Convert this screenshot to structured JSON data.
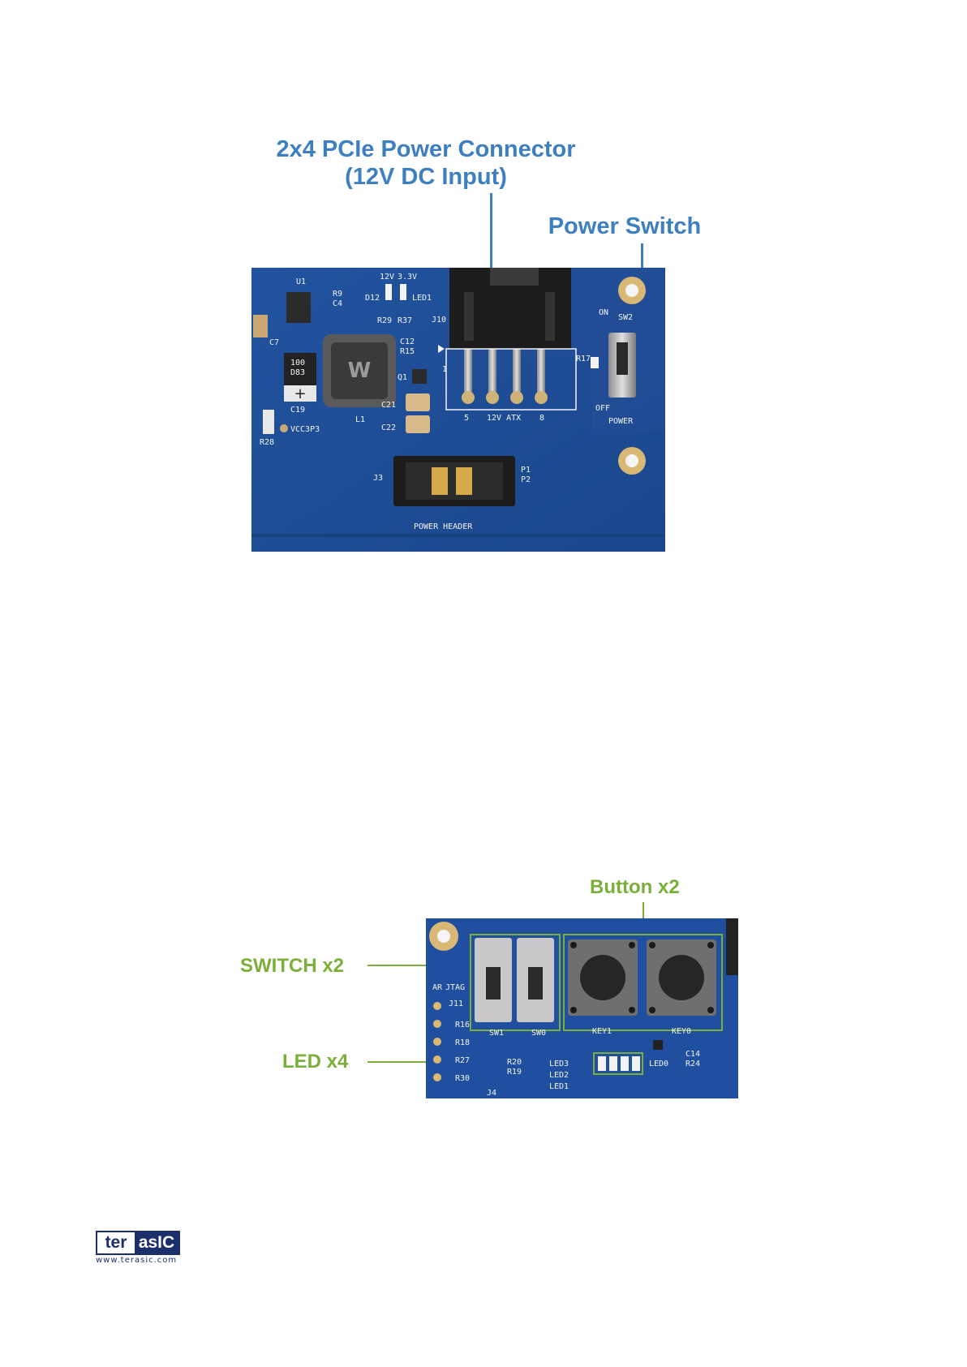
{
  "figure1": {
    "label_connector_line1": "2x4 PCIe Power Connector",
    "label_connector_line2": "(12V DC Input)",
    "label_switch": "Power Switch",
    "silk": {
      "j10": "J10",
      "atx": "12V ATX",
      "pin5": "5",
      "pin8": "8",
      "pin1": "1",
      "sw2": "SW2",
      "on": "ON",
      "off": "OFF",
      "power": "POWER",
      "r17": "R17",
      "j3": "J3",
      "p1": "P1",
      "p2": "P2",
      "power_header": "POWER HEADER",
      "v12": "12V",
      "v33": "3.3V",
      "d12": "D12",
      "led1": "LED1",
      "r29": "R29",
      "r37": "R37",
      "c12": "C12",
      "r15": "R15",
      "q1": "Q1",
      "c21": "C21",
      "c22": "C22",
      "l1": "L1",
      "u1": "U1",
      "r9": "R9",
      "c4": "C4",
      "c7": "C7",
      "c19": "C19",
      "r28": "R28",
      "vcc3p3": "VCC3P3",
      "d83": "D83",
      "d83_top": "100"
    }
  },
  "figure2": {
    "label_buttons": "Button x2",
    "label_switches": "SWITCH x2",
    "label_leds": "LED x4",
    "silk": {
      "ar": "AR",
      "jtag": "JTAG",
      "j11": "J11",
      "r16": "R16",
      "r18": "R18",
      "r27": "R27",
      "r30": "R30",
      "sw1": "SW1",
      "sw0": "SW0",
      "key1": "KEY1",
      "key0": "KEY0",
      "r20": "R20",
      "r19": "R19",
      "j4": "J4",
      "c14": "C14",
      "r24": "R24",
      "led3": "LED3",
      "led2": "LED2",
      "led1": "LED1",
      "led0": "LED0"
    }
  },
  "footer": {
    "logo_ter": "ter",
    "logo_asic": "asIC",
    "logo_url": "www.terasic.com"
  },
  "colors": {
    "label_blue": "#3d7fbf",
    "label_green": "#7ab03a",
    "pcb_blue": "#1f4f9e",
    "logo_navy": "#1b2f6b"
  }
}
